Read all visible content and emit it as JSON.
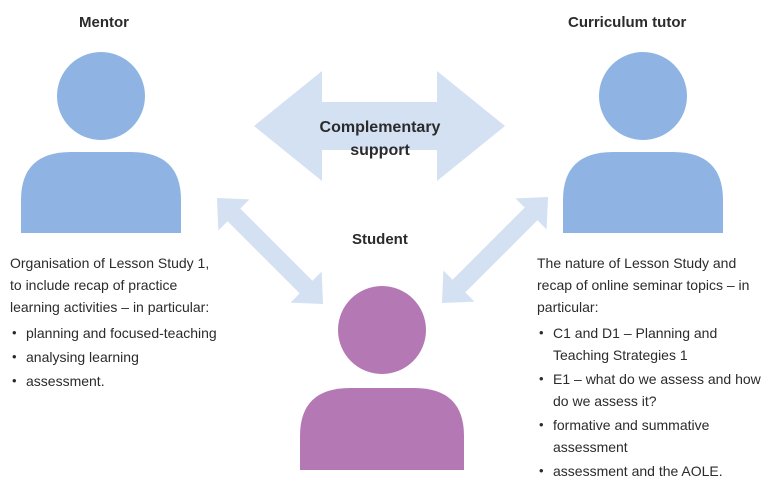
{
  "colors": {
    "person_blue": "#8fb4e3",
    "person_purple": "#b478b4",
    "arrow_light": "#d3e1f3"
  },
  "mentor": {
    "heading": "Mentor",
    "intro": "Organisation of Lesson Study 1, to include recap of practice learning activities – in particular:",
    "bullets": [
      "planning and focused-teaching",
      "analysing learning",
      "assessment."
    ]
  },
  "tutor": {
    "heading": "Curriculum tutor",
    "intro": "The nature of Lesson Study and recap of online seminar topics – in particular:",
    "bullets": [
      "C1 and D1 – Planning and Teaching Strategies 1",
      "E1 – what do we assess and how do we assess it?",
      "formative and summative assessment",
      "assessment and the AOLE."
    ]
  },
  "student": {
    "heading": "Student"
  },
  "center_arrow": {
    "line1": "Complementary",
    "line2": "support"
  }
}
